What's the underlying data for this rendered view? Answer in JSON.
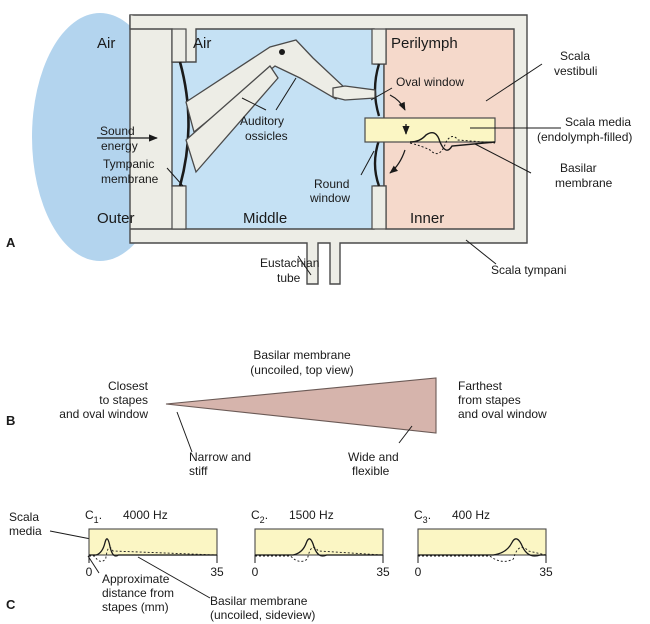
{
  "panel_a": {
    "letter": "A",
    "regions": {
      "air_outer": "Air",
      "air_middle": "Air",
      "perilymph": "Perilymph",
      "outer": "Outer",
      "middle": "Middle",
      "inner": "Inner"
    },
    "labels": {
      "sound_1": "Sound",
      "sound_2": "energy",
      "tympanic_1": "Tympanic",
      "tympanic_2": "membrane",
      "ossicles_1": "Auditory",
      "ossicles_2": "ossicles",
      "oval_window": "Oval window",
      "round_1": "Round",
      "round_2": "window",
      "scala_vestibuli_1": "Scala",
      "scala_vestibuli_2": "vestibuli",
      "scala_media_1": "Scala media",
      "scala_media_2": "(endolymph-filled)",
      "basilar_1": "Basilar",
      "basilar_2": "membrane",
      "scala_tympani": "Scala tympani",
      "eustachian_1": "Eustachian",
      "eustachian_2": "tube"
    },
    "colors": {
      "outer_ear": "#b3d4ee",
      "middle_ear": "#c5e1f4",
      "inner_ear": "#f5d9cb",
      "scala_media": "#fbf6c4",
      "bone": "#ededE6"
    }
  },
  "panel_b": {
    "letter": "B",
    "title_1": "Basilar membrane",
    "title_2": "(uncoiled, top view)",
    "closest_1": "Closest",
    "closest_2": "to stapes",
    "closest_3": "and oval window",
    "farthest_1": "Farthest",
    "farthest_2": "from stapes",
    "farthest_3": "and oval window",
    "narrow_1": "Narrow and",
    "narrow_2": "stiff",
    "wide_1": "Wide and",
    "wide_2": "flexible",
    "membrane_color": "#d6b4ac"
  },
  "panel_c": {
    "letter": "C",
    "scala_1": "Scala",
    "scala_2": "media",
    "approx_1": "Approximate",
    "approx_2": "distance from",
    "approx_3": "stapes (mm)",
    "basilar_1": "Basilar membrane",
    "basilar_2": "(uncoiled, sideview)",
    "plots": [
      {
        "label": "C",
        "sub": "1",
        "freq": "4000 Hz",
        "axis_min": "0",
        "axis_max": "35",
        "peak_mm": 5
      },
      {
        "label": "C",
        "sub": "2",
        "freq": "1500 Hz",
        "axis_min": "0",
        "axis_max": "35",
        "peak_mm": 15
      },
      {
        "label": "C",
        "sub": "3",
        "freq": "400 Hz",
        "axis_min": "0",
        "axis_max": "35",
        "peak_mm": 27
      }
    ]
  }
}
